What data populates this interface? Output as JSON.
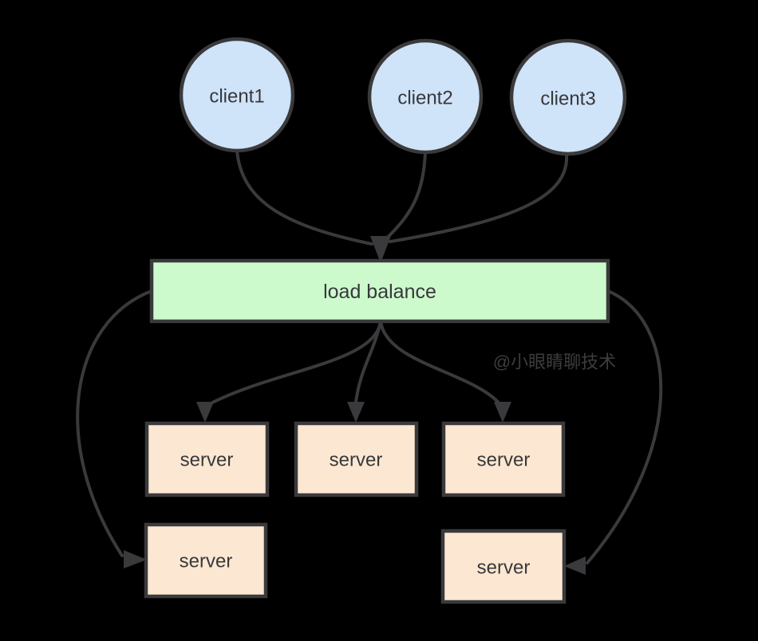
{
  "diagram": {
    "background_color": "#000000",
    "line_color": "#3a3a3c",
    "text_color": "#38383b",
    "nodes": {
      "clients": [
        {
          "label": "client1",
          "fill": "#cfe3f9"
        },
        {
          "label": "client2",
          "fill": "#cfe3f9"
        },
        {
          "label": "client3",
          "fill": "#cfe3f9"
        }
      ],
      "load_balancer": {
        "label": "load balance",
        "fill": "#cdfacd"
      },
      "servers": [
        {
          "label": "server",
          "fill": "#fce8d2"
        },
        {
          "label": "server",
          "fill": "#fce8d2"
        },
        {
          "label": "server",
          "fill": "#fce8d2"
        },
        {
          "label": "server",
          "fill": "#fce8d2"
        },
        {
          "label": "server",
          "fill": "#fce8d2"
        }
      ]
    },
    "edges": [
      {
        "from": "client1",
        "to": "load balance"
      },
      {
        "from": "client2",
        "to": "load balance"
      },
      {
        "from": "client3",
        "to": "load balance"
      },
      {
        "from": "load balance",
        "to": "server-1"
      },
      {
        "from": "load balance",
        "to": "server-2"
      },
      {
        "from": "load balance",
        "to": "server-3"
      },
      {
        "from": "load balance",
        "to": "server-4"
      },
      {
        "from": "load balance",
        "to": "server-5"
      }
    ],
    "watermark": "@小眼睛聊技术"
  }
}
